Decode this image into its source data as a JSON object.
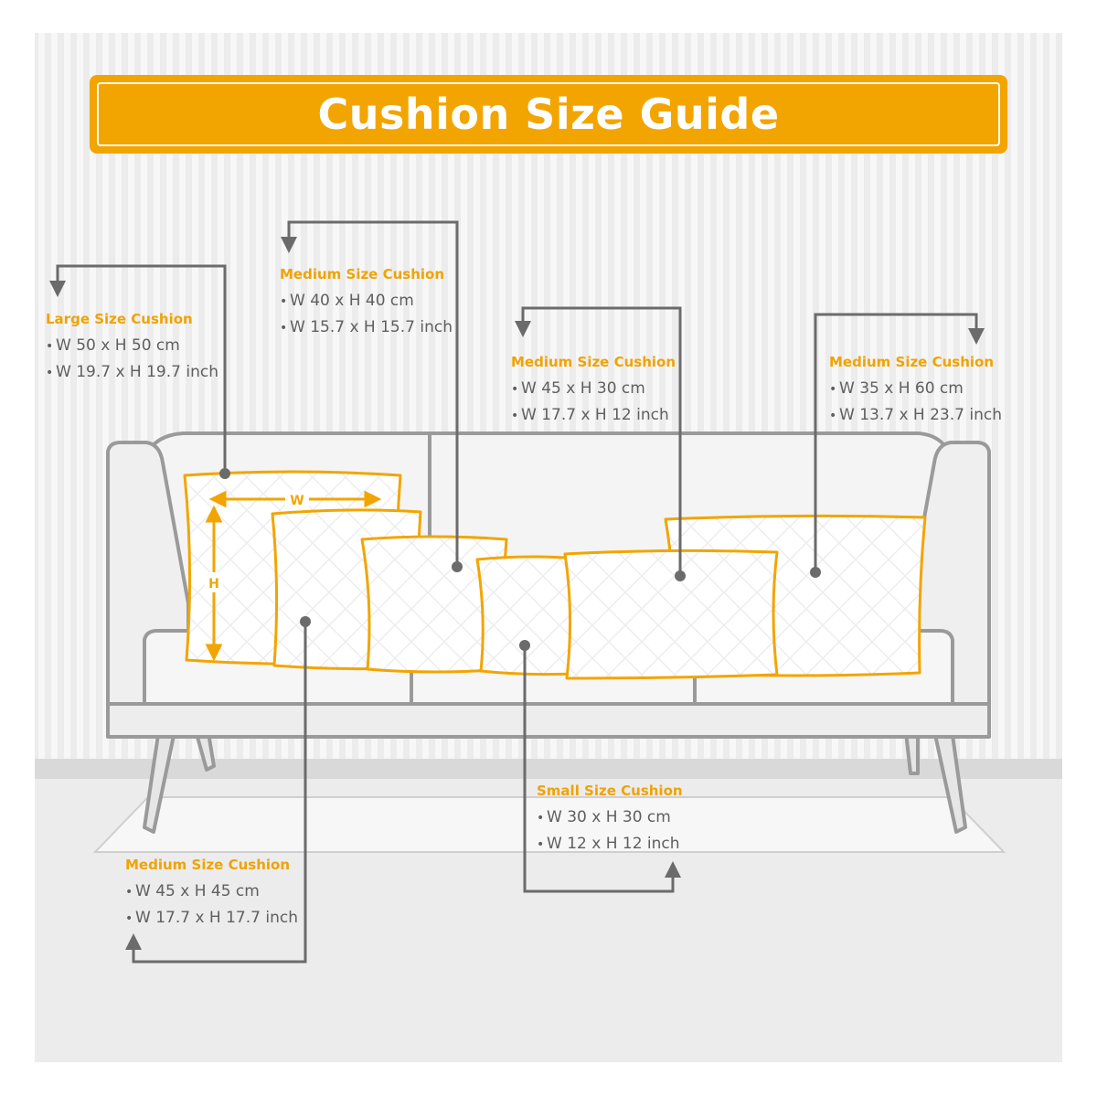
{
  "title": "Cushion Size Guide",
  "colors": {
    "accent": "#f2a500",
    "label": "#f0a300",
    "text": "#5f5f5f",
    "arrow": "#6b6b6b",
    "sofa_line": "#9a9a9a"
  },
  "bullet": "•",
  "dimension_marks": {
    "width": "W",
    "height": "H"
  },
  "cushions": [
    {
      "name": "Large Size Cushion",
      "cm": "W 50 x H 50 cm",
      "inch": "W 19.7 x H 19.7 inch"
    },
    {
      "name": "Medium Size Cushion",
      "cm": "W 40 x H 40 cm",
      "inch": "W 15.7 x H 15.7 inch"
    },
    {
      "name": "Medium Size Cushion",
      "cm": "W 45 x H 30 cm",
      "inch": "W 17.7 x H 12 inch"
    },
    {
      "name": "Medium Size Cushion",
      "cm": "W 35 x H 60 cm",
      "inch": "W 13.7 x H 23.7 inch"
    },
    {
      "name": "Small Size Cushion",
      "cm": "W 30 x H 30 cm",
      "inch": "W 12 x H 12 inch"
    },
    {
      "name": "Medium Size Cushion",
      "cm": "W 45 x H 45 cm",
      "inch": "W 17.7 x H 17.7 inch"
    }
  ]
}
